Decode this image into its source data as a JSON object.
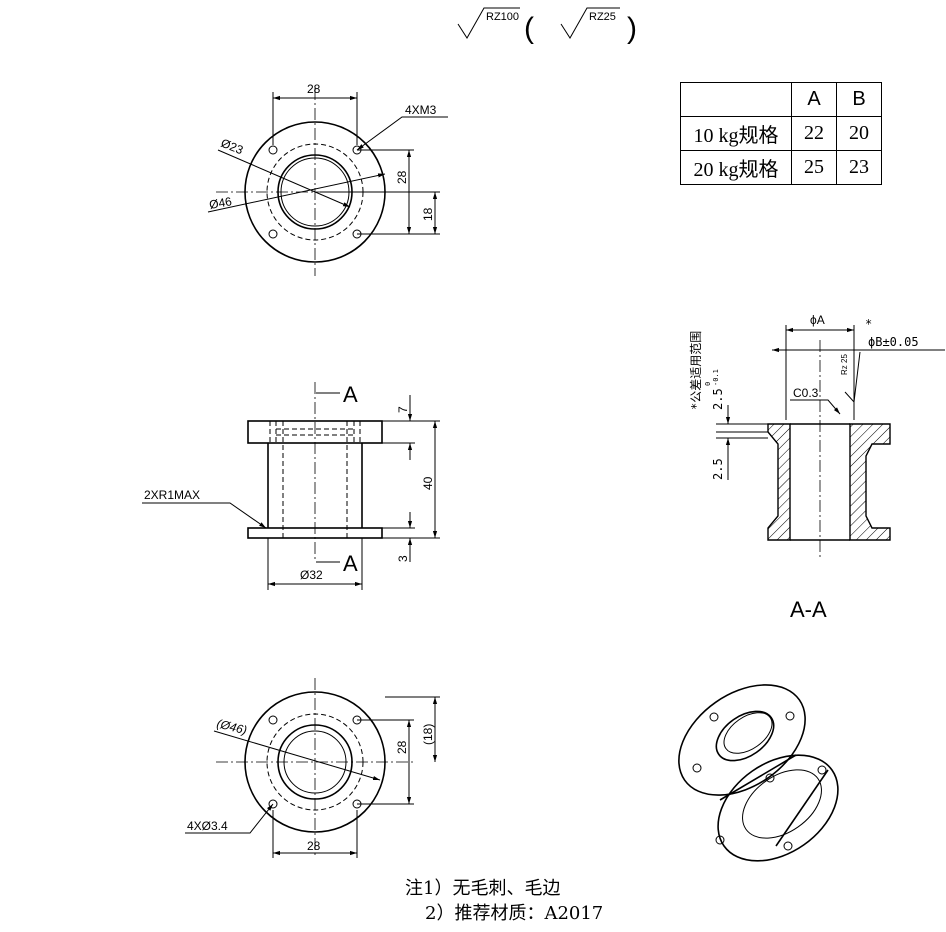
{
  "roughness": {
    "main": "RZ100",
    "paren": "RZ25",
    "lparen": "(",
    "rparen": ")"
  },
  "table": {
    "headers": [
      "",
      "A",
      "B"
    ],
    "rows": [
      [
        "10 kg规格",
        "22",
        "20"
      ],
      [
        "20 kg规格",
        "25",
        "23"
      ]
    ]
  },
  "top_view": {
    "width": "28",
    "holes": "4XM3",
    "inner_dia": "Ø23",
    "outer_dia": "Ø46",
    "v_dim1": "28",
    "v_dim2": "18"
  },
  "front_view": {
    "section_mark": "A",
    "top_flange": "7",
    "height": "40",
    "bottom_flange": "3",
    "radius": "2XR1MAX",
    "dia": "Ø32"
  },
  "section_view": {
    "tol_note": "*公差适用范围",
    "dia_a": "ϕA",
    "dia_b": "ϕB±0.05",
    "asterisk": "*",
    "tol_upper": "0",
    "tol_lower": "-0.1",
    "top_dim": "2.5",
    "bot_dim": "2.5",
    "chamfer": "C0.3",
    "rz": "Rz 25",
    "title": "A-A"
  },
  "bottom_view": {
    "outer_dia": "(Ø46)",
    "v_dim1": "28",
    "v_dim2": "(18)",
    "holes": "4XØ3.4",
    "width": "28"
  },
  "notes": [
    "注1）无毛刺、毛边",
    "2）推荐材质：A2017"
  ]
}
